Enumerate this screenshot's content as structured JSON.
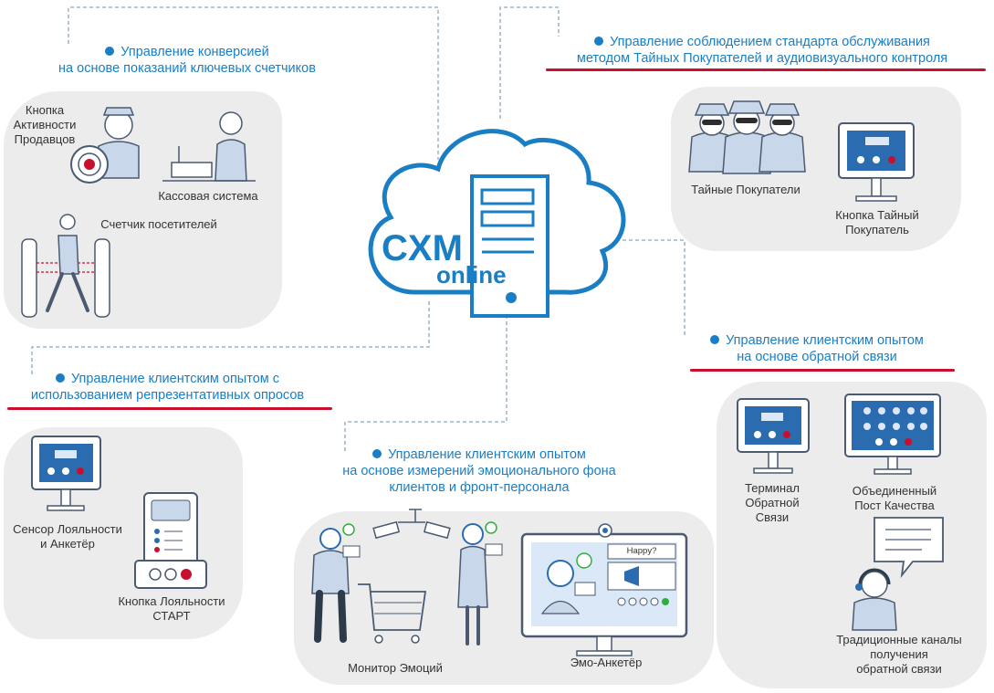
{
  "center": {
    "line1": "CXM",
    "line2": "online"
  },
  "headings": {
    "conversion": [
      "Управление конверсией",
      "на основе показаний ключевых счетчиков"
    ],
    "mystery": [
      "Управление соблюдением стандарта обслуживания",
      "методом Тайных Покупателей и аудиовизуального контроля"
    ],
    "surveys": [
      "Управление клиентским опытом с",
      "использованием репрезентативных опросов"
    ],
    "feedback": [
      "Управление клиентским опытом",
      "на основе обратной связи"
    ],
    "emotion": [
      "Управление клиентским опытом",
      "на основе измерений эмоционального фона",
      "клиентов и фронт-персонала"
    ]
  },
  "labels": {
    "seller_button": [
      "Кнопка",
      "Активности",
      "Продавцов"
    ],
    "cash_system": [
      "Кассовая система"
    ],
    "visitor_counter": [
      "Счетчик посетителей"
    ],
    "mystery_shoppers": [
      "Тайные Покупатели"
    ],
    "mystery_button": [
      "Кнопка Тайный",
      "Покупатель"
    ],
    "loyalty_sensor": [
      "Сенсор Лояльности",
      "и Анкетёр"
    ],
    "loyalty_button": [
      "Кнопка Лояльности",
      "СТАРТ"
    ],
    "feedback_terminal": [
      "Терминал",
      "Обратной",
      "Связи"
    ],
    "quality_post": [
      "Объединенный",
      "Пост Качества"
    ],
    "traditional_channels": [
      "Традиционные каналы",
      "получения",
      "обратной связи"
    ],
    "emotion_monitor": [
      "Монитор Эмоций"
    ],
    "emo_survey": [
      "Эмо-Анкетёр"
    ]
  },
  "screen_text": {
    "happy": "Happy?"
  },
  "colors": {
    "accent": "#1a7ec4",
    "underline": "#c8102e",
    "panel": "#ececec",
    "device": "#2b6cb0",
    "figure": "#c9d7ea"
  }
}
